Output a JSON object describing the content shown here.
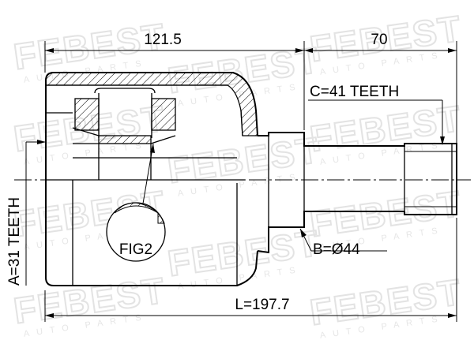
{
  "watermark": {
    "brand": "FEBEST",
    "subtext": "AUTO PARTS"
  },
  "dimensions": {
    "housing_length": "121.5",
    "shaft_length": "70",
    "overall_length": "L=197.7",
    "spline_c": "C=41 TEETH",
    "diameter_b": "B=Ø44",
    "spline_a": "A=31 TEETH"
  },
  "callouts": {
    "figure_ref": "FIG2"
  }
}
